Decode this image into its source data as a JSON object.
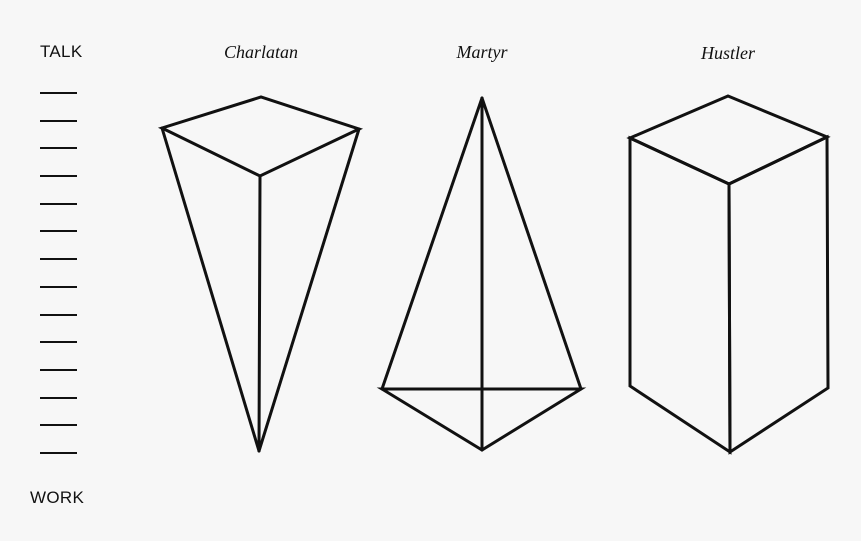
{
  "scale": {
    "top_label": "TALK",
    "bottom_label": "WORK",
    "tick_count": 14
  },
  "shapes": [
    {
      "id": "charlatan",
      "title": "Charlatan",
      "form": "inverted-pyramid"
    },
    {
      "id": "martyr",
      "title": "Martyr",
      "form": "pyramid"
    },
    {
      "id": "hustler",
      "title": "Hustler",
      "form": "rectangular-prism"
    }
  ],
  "colors": {
    "background": "#f7f7f7",
    "ink": "#111111"
  }
}
